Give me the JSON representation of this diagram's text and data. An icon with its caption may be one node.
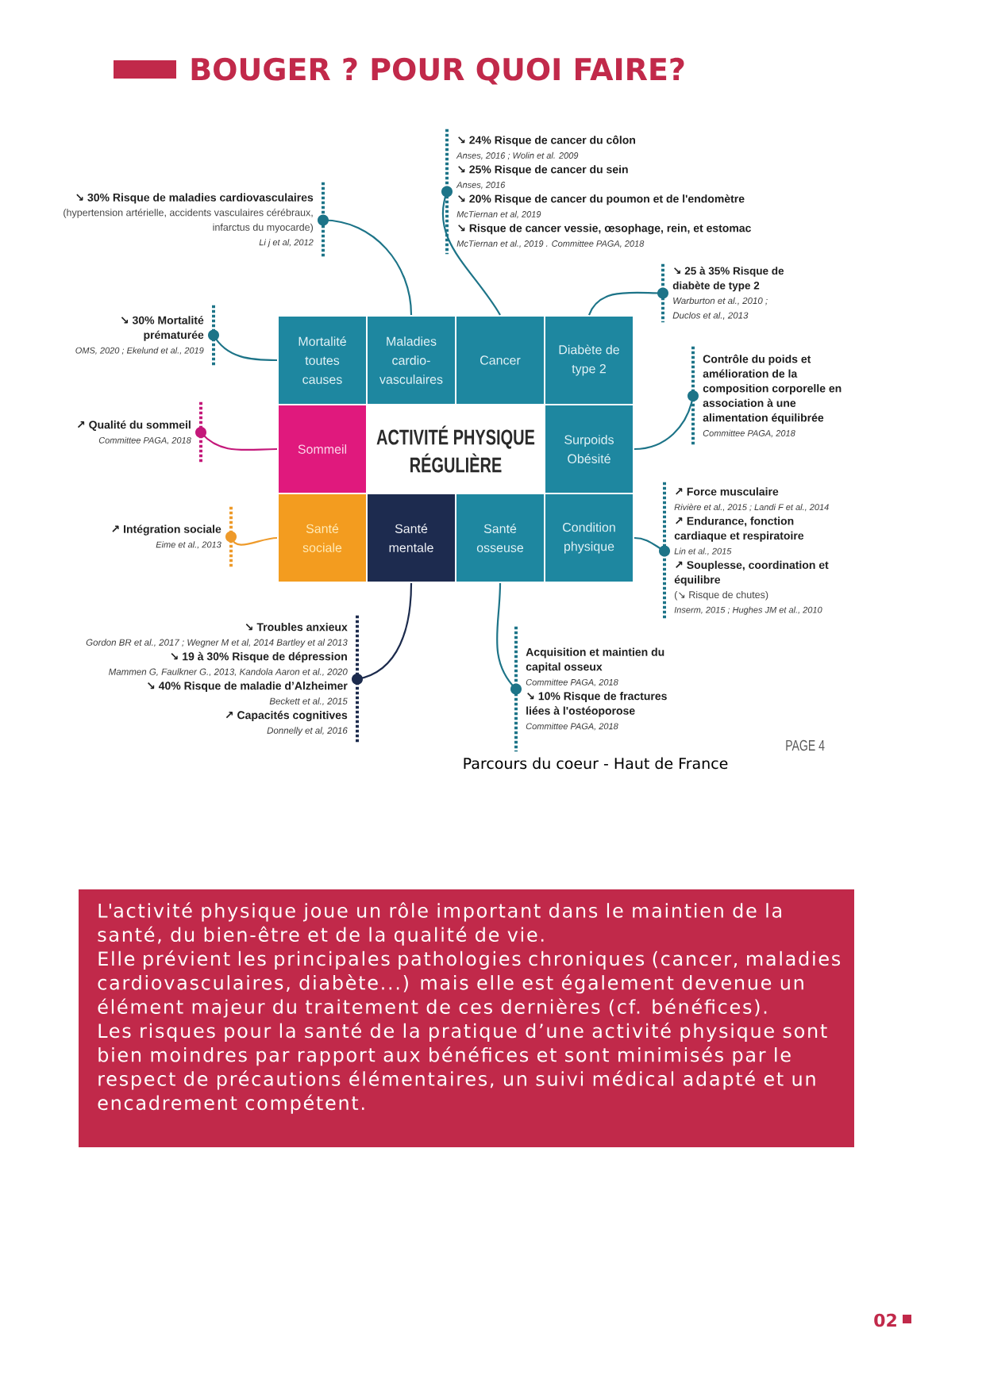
{
  "diagram": {
    "title": "BOUGER ? POUR QUOI FAIRE?",
    "caption": "Parcours du coeur - Haut de France",
    "nodes": [
      {
        "text": [
          "Mortalité toutes causes"
        ]
      },
      {
        "text": [
          "Maladies cardio-vasculaires"
        ]
      },
      {
        "text": [
          "Cancer"
        ]
      },
      {
        "text": [
          "Diabète de type 2"
        ]
      },
      {
        "text": [
          "Sommeil"
        ]
      },
      {
        "text": [
          "ACTIVITÉ PHYSIQUE RÉGULIÈRE"
        ]
      },
      {
        "text": [
          "Surpoids Obésité"
        ]
      },
      {
        "text": [
          "Santé sociale"
        ]
      },
      {
        "text": [
          "Santé mentale"
        ]
      },
      {
        "text": [
          "Santé osseuse"
        ]
      },
      {
        "text": [
          "Condition physique"
        ]
      },
      {
        "text": [
          "↘ 24% Risque de cancer du côlon",
          "Anses, 2016 ; Wolin et al. 2009",
          "↘ 25% Risque de cancer du sein",
          "Anses, 2016",
          "↘ 20% Risque de cancer du poumon et de l'endomètre",
          "McTiernan et al, 2019",
          "↘ Risque de cancer vessie, œsophage, rein, et estomac",
          "McTiernan et al., 2019 . Committee PAGA, 2018"
        ]
      },
      {
        "text": [
          "↘ 30% Risque de maladies cardiovasculaires",
          "(hypertension artérielle, accidents vasculaires cérébraux, infarctus du myocarde)",
          "Li j et al, 2012"
        ]
      },
      {
        "text": [
          "↘ 25 à 35% Risque de diabète de type 2",
          "Warburton et al., 2010 ; Duclos et al., 2013"
        ]
      },
      {
        "text": [
          "↘ 30% Mortalité prématurée",
          "OMS, 2020 ; Ekelund et al., 2019"
        ]
      },
      {
        "text": [
          "Contrôle du poids et amélioration de la composition corporelle en association à une alimentation équilibrée",
          "Committee PAGA, 2018"
        ]
      },
      {
        "text": [
          "↗ Qualité du sommeil",
          "Committee PAGA, 2018"
        ]
      },
      {
        "text": [
          "↗ Force musculaire",
          "Rivière et al., 2015 ; Landi F et al., 2014",
          "↗ Endurance, fonction cardiaque et respiratoire",
          "Lin et al., 2015",
          "↗ Souplesse, coordination et équilibre",
          "(↘ Risque de chutes)",
          "Inserm, 2015 ; Hughes JM et al., 2010"
        ]
      },
      {
        "text": [
          "↗ Intégration sociale",
          "Eime et al., 2013"
        ]
      },
      {
        "text": [
          "↘ Troubles anxieux",
          "Gordon BR et al., 2017 ; Wegner M et al, 2014 Bartley et al 2013",
          "↘ 19 à 30% Risque de dépression",
          "Mammen G, Faulkner G., 2013, Kandola Aaron et al., 2020",
          "↘ 40% Risque de maladie d’Alzheimer",
          "Beckett et al., 2015",
          "↗ Capacités cognitives",
          "Donnelly et al, 2016"
        ]
      },
      {
        "text": [
          "Acquisition et maintien du capital osseux",
          "Committee PAGA, 2018",
          "↘ 10% Risque de fractures liées à l'ostéoporose",
          "Committee PAGA, 2018"
        ]
      },
      {
        "text": [
          "L'activité physique joue un rôle important dans le maintien de la santé, du bien-être et de la qualité de vie.",
          "Elle prévient les principales pathologies chroniques (cancer, maladies cardiovasculaires, diabète...) mais elle est également devenue un élément majeur du traitement de ces dernières (cf. bénéfices).",
          "Les risques pour la santé de la pratique d’une activité physique sont bien moindres par rapport aux bénéfices et sont minimisés par le respect de précautions élémentaires, un suivi médical adapté et un encadrement compétent."
        ]
      }
    ],
    "edges": [
      {
        "from": 0,
        "to": 14,
        "arrow": "other"
      },
      {
        "from": 1,
        "to": 12,
        "arrow": "other"
      },
      {
        "from": 2,
        "to": 11,
        "arrow": "other"
      },
      {
        "from": 3,
        "to": 13,
        "arrow": "other"
      },
      {
        "from": 4,
        "to": 16,
        "arrow": "other",
        "color": "#c4187a"
      },
      {
        "from": 6,
        "to": 15,
        "arrow": "other"
      },
      {
        "from": 7,
        "to": 18,
        "arrow": "other",
        "color": "#ee9a2a"
      },
      {
        "from": 8,
        "to": 19,
        "arrow": "other",
        "color": "#1c2b4d"
      },
      {
        "from": 9,
        "to": 20,
        "arrow": "other"
      },
      {
        "from": 10,
        "to": 17,
        "arrow": "other"
      }
    ],
    "labels": [
      "PAGE 4",
      "02"
    ]
  }
}
